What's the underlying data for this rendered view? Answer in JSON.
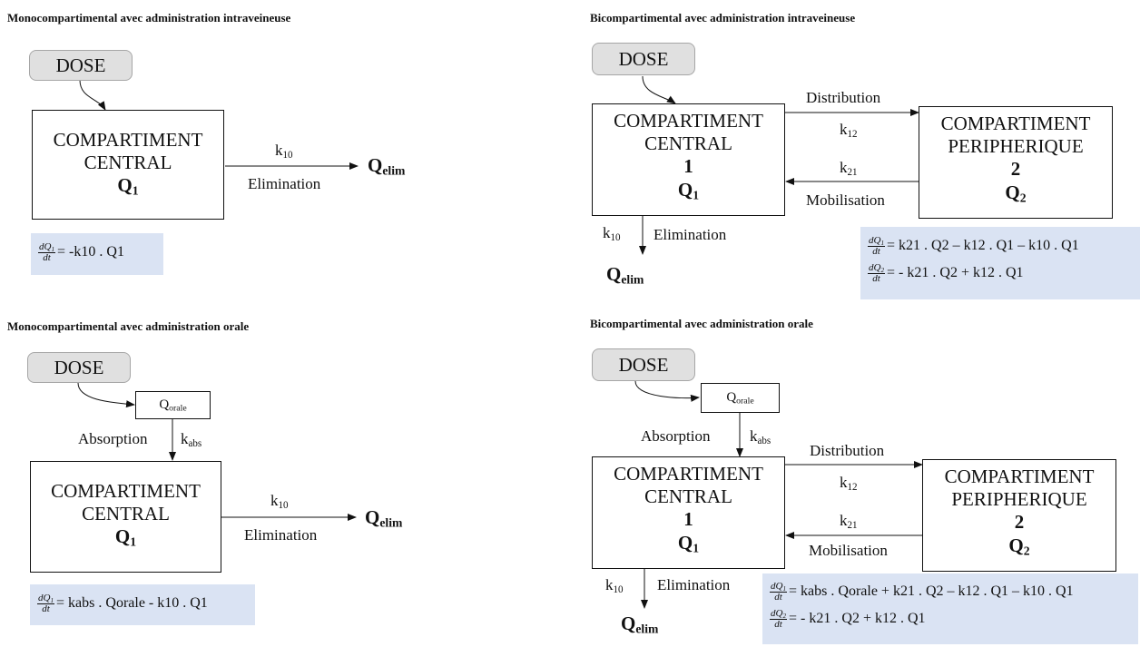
{
  "diagrams": {
    "mono_iv": {
      "title": "Monocompartimental avec administration intraveineuse",
      "dose": "DOSE",
      "central": [
        "COMPARTIMENT",
        "CENTRAL",
        "Q",
        "1"
      ],
      "k_elim": [
        "k",
        "10"
      ],
      "elim_label": "Elimination",
      "q_elim": [
        "Q",
        "elim"
      ],
      "equation": {
        "frac": [
          "dQ",
          "1",
          "dt"
        ],
        "rhs": "= -k10 . Q1"
      }
    },
    "bi_iv": {
      "title": "Bicompartimental avec administration intraveineuse",
      "dose": "DOSE",
      "central": [
        "COMPARTIMENT",
        "CENTRAL",
        "1",
        "Q",
        "1"
      ],
      "peripheral": [
        "COMPARTIMENT",
        "PERIPHERIQUE",
        "2",
        "Q",
        "2"
      ],
      "distribution": "Distribution",
      "mobilisation": "Mobilisation",
      "k12": [
        "k",
        "12"
      ],
      "k21": [
        "k",
        "21"
      ],
      "k10": [
        "k",
        "10"
      ],
      "elim_label": "Elimination",
      "q_elim": [
        "Q",
        "elim"
      ],
      "equation1": {
        "frac": [
          "dQ",
          "1",
          "dt"
        ],
        "rhs": "= k21 . Q2 – k12 . Q1 – k10 . Q1"
      },
      "equation2": {
        "frac": [
          "dQ",
          "2",
          "dt"
        ],
        "rhs": "= - k21 . Q2 + k12 . Q1"
      }
    },
    "mono_oral": {
      "title": "Monocompartimental avec administration orale",
      "dose": "DOSE",
      "q_orale": [
        "Q",
        "orale"
      ],
      "absorption": "Absorption",
      "kabs": [
        "k",
        "abs"
      ],
      "central": [
        "COMPARTIMENT",
        "CENTRAL",
        "Q",
        "1"
      ],
      "k_elim": [
        "k",
        "10"
      ],
      "elim_label": "Elimination",
      "q_elim": [
        "Q",
        "elim"
      ],
      "equation": {
        "frac": [
          "dQ",
          "1",
          "dt"
        ],
        "rhs": "= kabs . Qorale - k10 . Q1"
      }
    },
    "bi_oral": {
      "title": "Bicompartimental avec administration orale",
      "dose": "DOSE",
      "q_orale": [
        "Q",
        "orale"
      ],
      "absorption": "Absorption",
      "kabs": [
        "k",
        "abs"
      ],
      "central": [
        "COMPARTIMENT",
        "CENTRAL",
        "1",
        "Q",
        "1"
      ],
      "peripheral": [
        "COMPARTIMENT",
        "PERIPHERIQUE",
        "2",
        "Q",
        "2"
      ],
      "distribution": "Distribution",
      "mobilisation": "Mobilisation",
      "k12": [
        "k",
        "12"
      ],
      "k21": [
        "k",
        "21"
      ],
      "k10": [
        "k",
        "10"
      ],
      "elim_label": "Elimination",
      "q_elim": [
        "Q",
        "elim"
      ],
      "equation1": {
        "frac": [
          "dQ",
          "1",
          "dt"
        ],
        "rhs": "= kabs . Qorale + k21 . Q2 – k12 . Q1 – k10 . Q1"
      },
      "equation2": {
        "frac": [
          "dQ",
          "2",
          "dt"
        ],
        "rhs": "= - k21 . Q2 + k12 . Q1"
      }
    }
  },
  "colors": {
    "equation_bg": "#dae3f3",
    "dose_bg": "#e0e0e0",
    "stroke": "#111111"
  }
}
